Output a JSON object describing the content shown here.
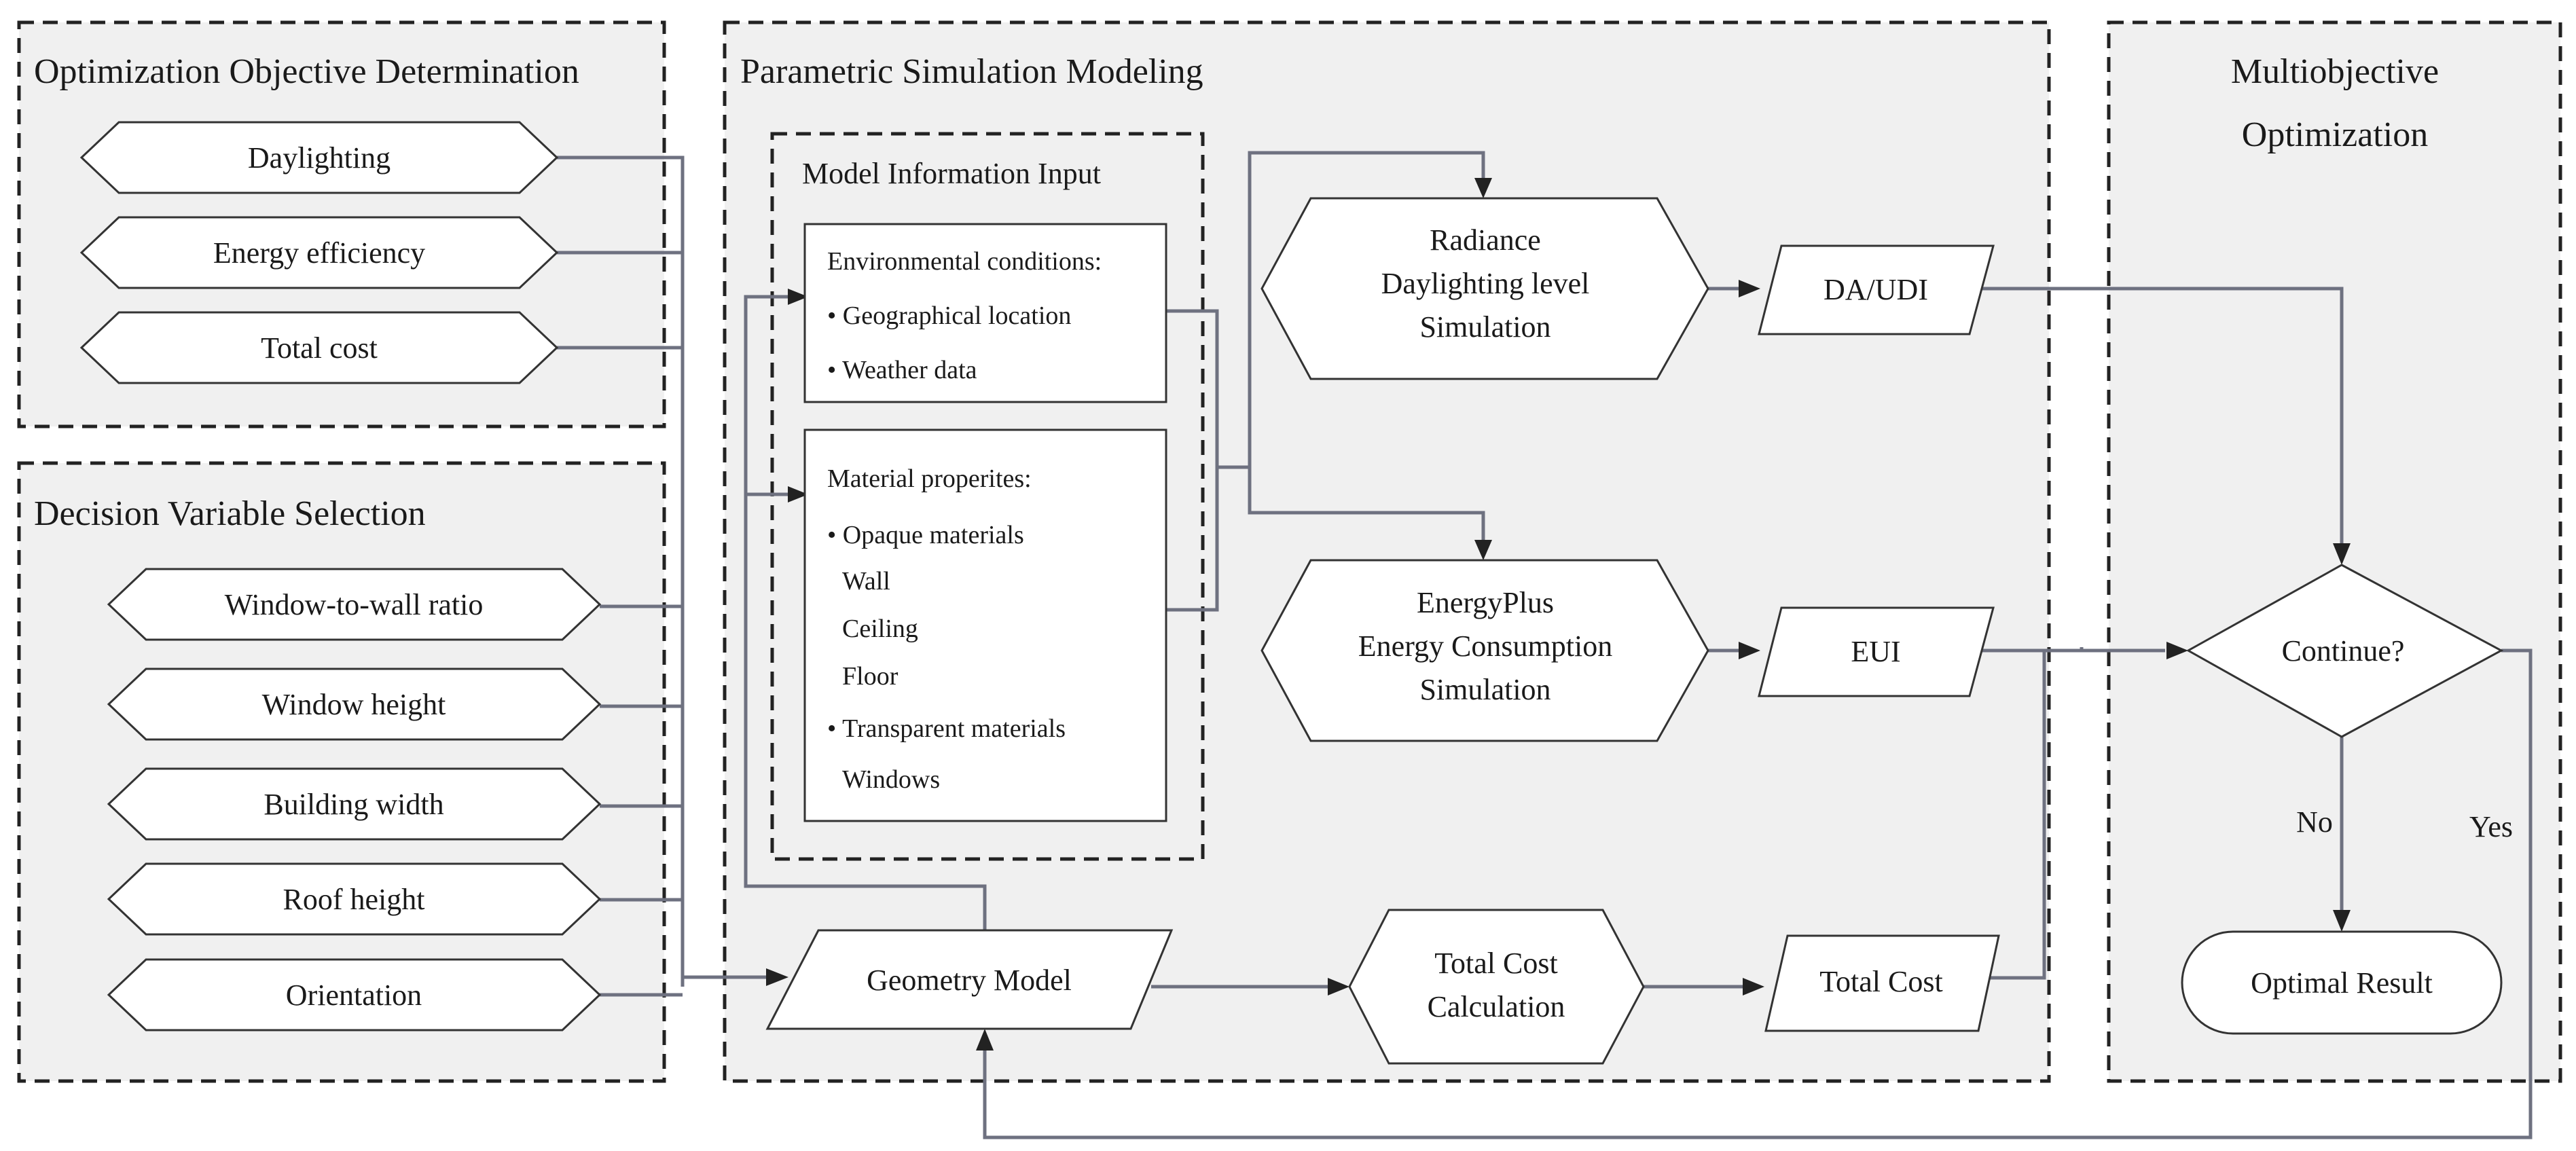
{
  "panels": {
    "objective": {
      "title": "Optimization Objective Determination",
      "items": [
        "Daylighting",
        "Energy efficiency",
        "Total cost"
      ]
    },
    "decision": {
      "title": "Decision Variable Selection",
      "items": [
        "Window-to-wall ratio",
        "Window height",
        "Building width",
        "Roof height",
        "Orientation"
      ]
    },
    "parametric": {
      "title": "Parametric Simulation Modeling"
    },
    "multiobjective": {
      "title_line1": "Multiobjective",
      "title_line2": "Optimization"
    }
  },
  "model_input": {
    "title": "Model Information Input",
    "environmental": {
      "heading": "Environmental conditions:",
      "items": [
        "• Geographical location",
        "• Weather data"
      ]
    },
    "material": {
      "heading": "Material properites:",
      "items": [
        "• Opaque materials",
        "Wall",
        "Ceiling",
        "Floor",
        "• Transparent materials",
        "Windows"
      ]
    }
  },
  "nodes": {
    "radiance": [
      "Radiance",
      "Daylighting level",
      "Simulation"
    ],
    "energyplus": [
      "EnergyPlus",
      "Energy Consumption",
      "Simulation"
    ],
    "cost_calc": [
      "Total Cost",
      "Calculation"
    ],
    "geometry": "Geometry Model",
    "da_udi": "DA/UDI",
    "eui": "EUI",
    "total_cost": "Total Cost",
    "decision": "Continue?",
    "optimal": "Optimal Result"
  },
  "edge_labels": {
    "no": "No",
    "yes": "Yes"
  }
}
